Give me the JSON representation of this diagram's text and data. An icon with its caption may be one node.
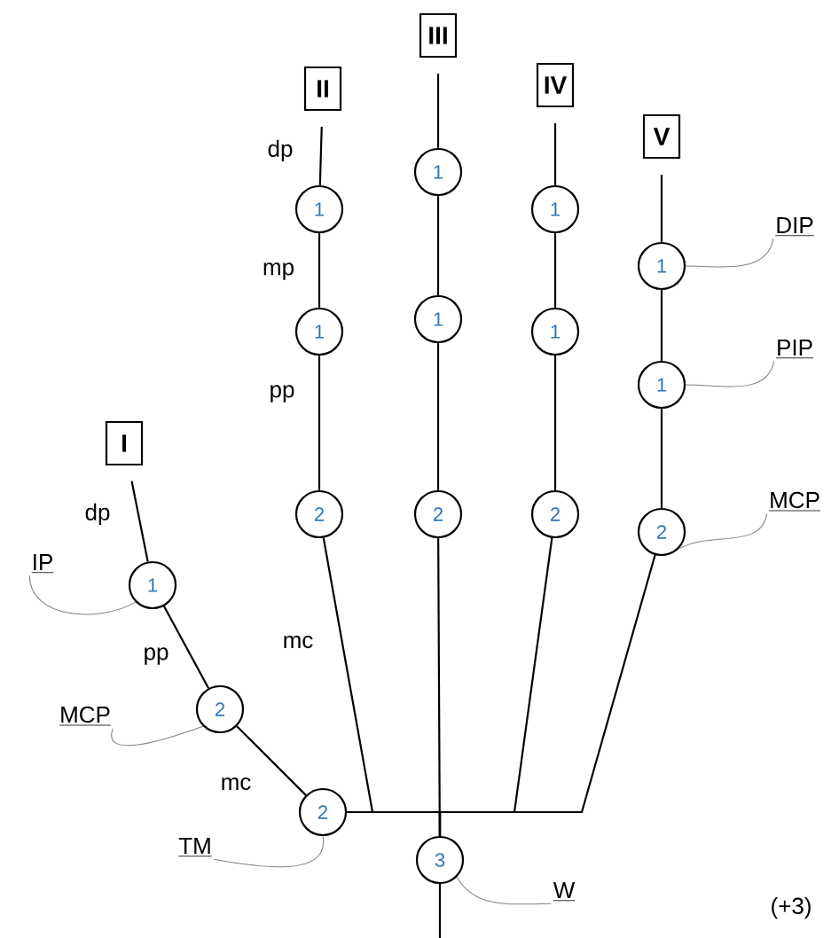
{
  "diagram": {
    "nodes": [
      {
        "text": [
          "I"
        ]
      },
      {
        "text": [
          "1"
        ]
      },
      {
        "text": [
          "2"
        ]
      },
      {
        "text": [
          "2"
        ]
      },
      {
        "text": [
          "II"
        ]
      },
      {
        "text": [
          "1"
        ]
      },
      {
        "text": [
          "1"
        ]
      },
      {
        "text": [
          "2"
        ]
      },
      {
        "text": [
          "III"
        ]
      },
      {
        "text": [
          "1"
        ]
      },
      {
        "text": [
          "1"
        ]
      },
      {
        "text": [
          "2"
        ]
      },
      {
        "text": [
          "IV"
        ]
      },
      {
        "text": [
          "1"
        ]
      },
      {
        "text": [
          "1"
        ]
      },
      {
        "text": [
          "2"
        ]
      },
      {
        "text": [
          "V"
        ]
      },
      {
        "text": [
          "1"
        ]
      },
      {
        "text": [
          "1"
        ]
      },
      {
        "text": [
          "2"
        ]
      },
      {
        "text": [
          "3"
        ]
      },
      {
        "text": [
          "IP"
        ]
      },
      {
        "text": [
          "MCP"
        ]
      },
      {
        "text": [
          "TM"
        ]
      },
      {
        "text": [
          "DIP"
        ]
      },
      {
        "text": [
          "PIP"
        ]
      },
      {
        "text": [
          "MCP"
        ]
      },
      {
        "text": [
          "W"
        ]
      }
    ],
    "edges": [
      {
        "from": 0,
        "to": 1,
        "arrow": "none"
      },
      {
        "from": 1,
        "to": 2,
        "arrow": "none"
      },
      {
        "from": 2,
        "to": 3,
        "arrow": "none"
      },
      {
        "from": 4,
        "to": 5,
        "arrow": "none"
      },
      {
        "from": 5,
        "to": 6,
        "arrow": "none"
      },
      {
        "from": 6,
        "to": 7,
        "arrow": "none"
      },
      {
        "from": 8,
        "to": 9,
        "arrow": "none"
      },
      {
        "from": 9,
        "to": 10,
        "arrow": "none"
      },
      {
        "from": 10,
        "to": 11,
        "arrow": "none"
      },
      {
        "from": 12,
        "to": 13,
        "arrow": "none"
      },
      {
        "from": 13,
        "to": 14,
        "arrow": "none"
      },
      {
        "from": 14,
        "to": 15,
        "arrow": "none"
      },
      {
        "from": 16,
        "to": 17,
        "arrow": "none"
      },
      {
        "from": 17,
        "to": 18,
        "arrow": "none"
      },
      {
        "from": 18,
        "to": 19,
        "arrow": "none"
      },
      {
        "from": 7,
        "to": 20,
        "arrow": "none"
      },
      {
        "from": 11,
        "to": 20,
        "arrow": "none"
      },
      {
        "from": 15,
        "to": 20,
        "arrow": "none"
      },
      {
        "from": 19,
        "to": 20,
        "arrow": "none"
      },
      {
        "from": 3,
        "to": 20,
        "arrow": "none"
      },
      {
        "from": 20,
        "to": null,
        "arrow": "none"
      },
      {
        "from": 21,
        "to": 1,
        "arrow": "none",
        "color": "#808080"
      },
      {
        "from": 22,
        "to": 2,
        "arrow": "none",
        "color": "#808080"
      },
      {
        "from": 23,
        "to": 3,
        "arrow": "none",
        "color": "#808080"
      },
      {
        "from": 24,
        "to": 17,
        "arrow": "none",
        "color": "#808080"
      },
      {
        "from": 25,
        "to": 18,
        "arrow": "none",
        "color": "#808080"
      },
      {
        "from": 26,
        "to": 19,
        "arrow": "none",
        "color": "#808080"
      },
      {
        "from": 27,
        "to": 20,
        "arrow": "none",
        "color": "#808080"
      }
    ],
    "labels": [
      "dp",
      "mp",
      "pp",
      "dp",
      "pp",
      "mc",
      "mc",
      "(+3)"
    ]
  }
}
